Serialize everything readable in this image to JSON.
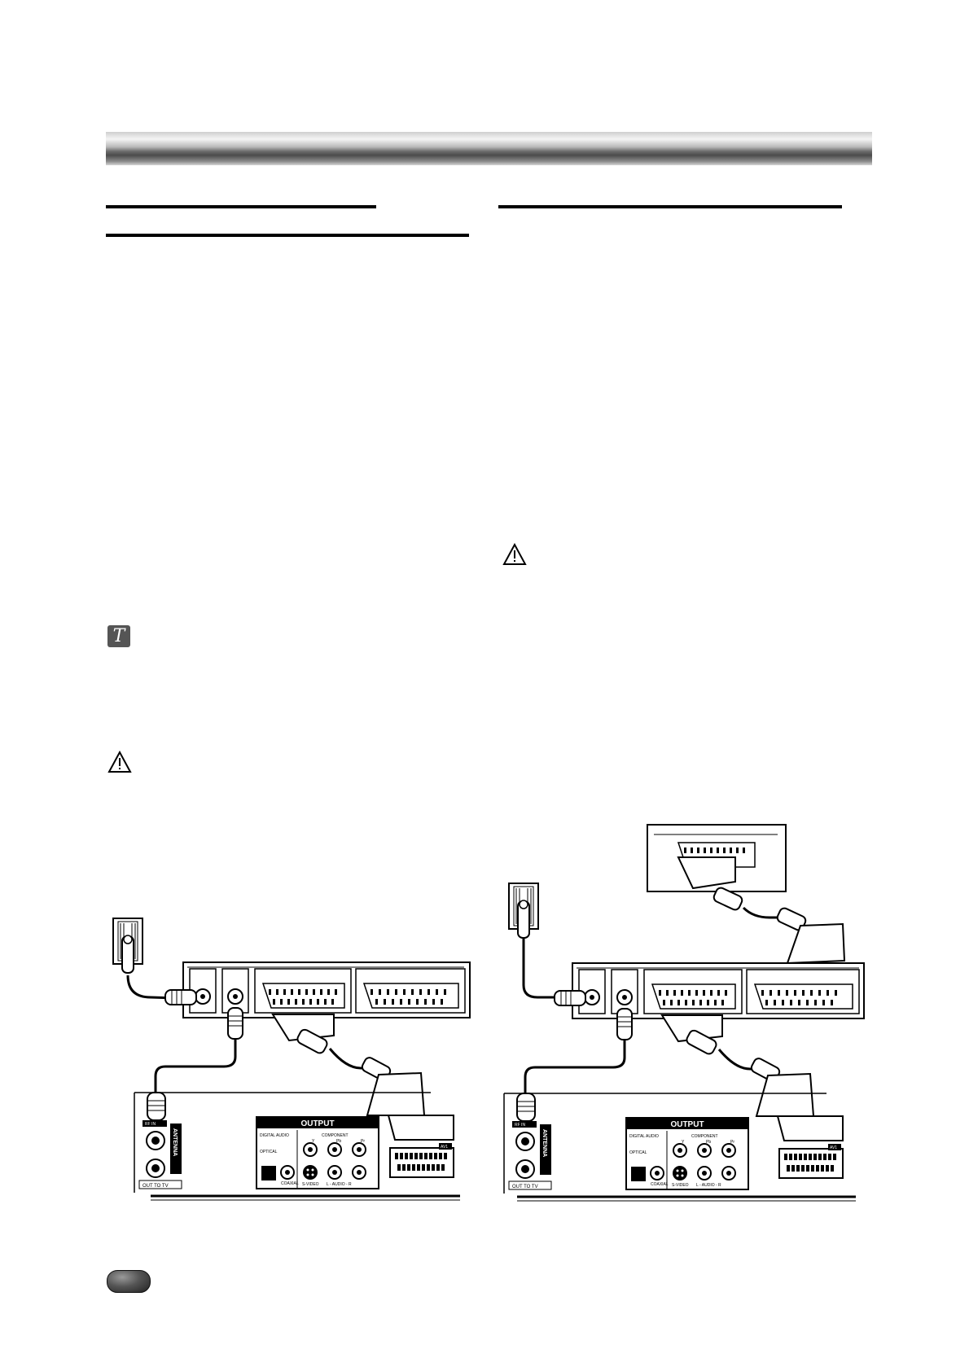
{
  "page": {
    "header_bar": "",
    "icons": {
      "note": "note-icon",
      "caution_left": "warning-triangle-icon",
      "caution_right": "warning-triangle-icon",
      "page_tab": "page-number-tab"
    }
  },
  "diagrams": {
    "left": {
      "output_panel_title": "OUTPUT",
      "digital_audio": "DIGITAL AUDIO",
      "optical": "OPTICAL",
      "coaxial": "COAXIAL",
      "component": "COMPONENT",
      "y": "Y",
      "pb": "Pb",
      "pr": "Pr",
      "s_video": "S-VIDEO",
      "audio": "L - AUDIO - R",
      "antenna": "ANTENNA",
      "rf_in": "RF IN",
      "out_to_tv": "OUT TO TV",
      "av1": "AV1"
    },
    "right": {
      "output_panel_title": "OUTPUT",
      "digital_audio": "DIGITAL AUDIO",
      "optical": "OPTICAL",
      "coaxial": "COAXIAL",
      "component": "COMPONENT",
      "y": "Y",
      "pb": "Pb",
      "pr": "Pr",
      "s_video": "S-VIDEO",
      "audio": "L - AUDIO - R",
      "antenna": "ANTENNA",
      "rf_in": "RF IN",
      "out_to_tv": "OUT TO TV",
      "av1": "AV1"
    }
  },
  "colors": {
    "ink": "#000000",
    "paper": "#ffffff",
    "note_icon_bg": "#555555"
  }
}
